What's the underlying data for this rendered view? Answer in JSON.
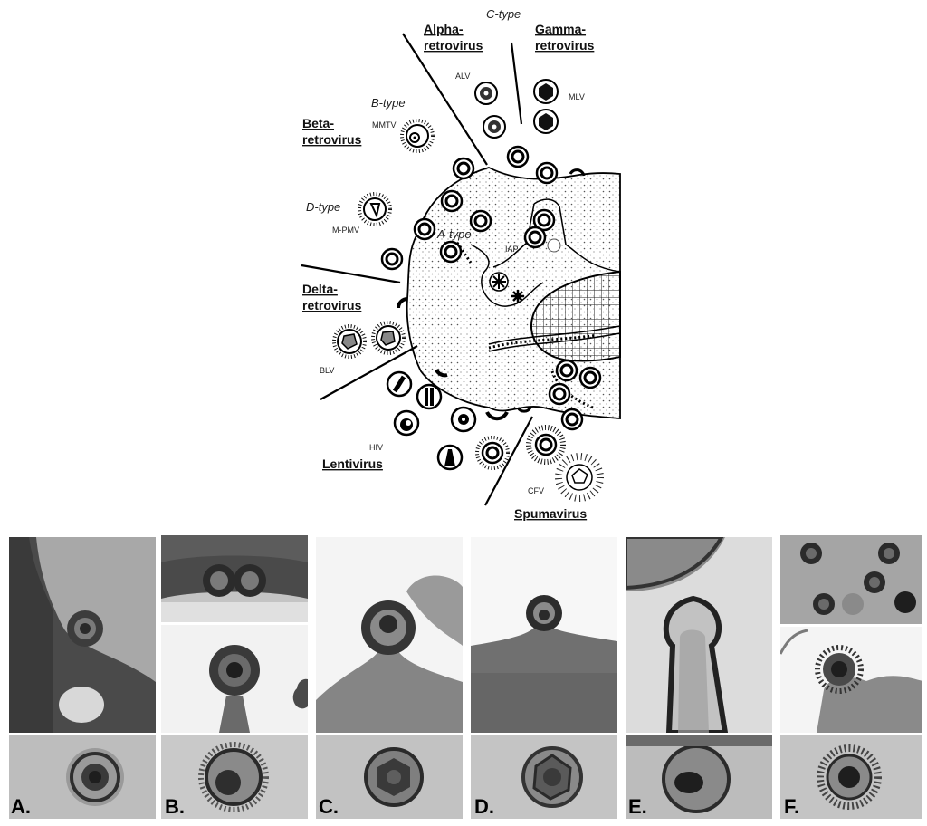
{
  "genera": {
    "alpha": [
      "Alpha-",
      "retrovirus"
    ],
    "gamma": [
      "Gamma-",
      "retrovirus"
    ],
    "beta": [
      "Beta-",
      "retrovirus"
    ],
    "delta": [
      "Delta-",
      "retrovirus"
    ],
    "lenti": "Lentivirus",
    "spuma": "Spumavirus"
  },
  "particle_types": {
    "c": "C-type",
    "b": "B-type",
    "d": "D-type",
    "a": "A-type"
  },
  "virus_names": {
    "alv": "ALV",
    "mlv": "MLV",
    "mmtv": "MMTV",
    "mpmv": "M-PMV",
    "iap": "IAP",
    "blv": "BLV",
    "hiv": "HIV",
    "cfv": "CFV"
  },
  "panels": [
    "A.",
    "B.",
    "C.",
    "D.",
    "E.",
    "F."
  ]
}
